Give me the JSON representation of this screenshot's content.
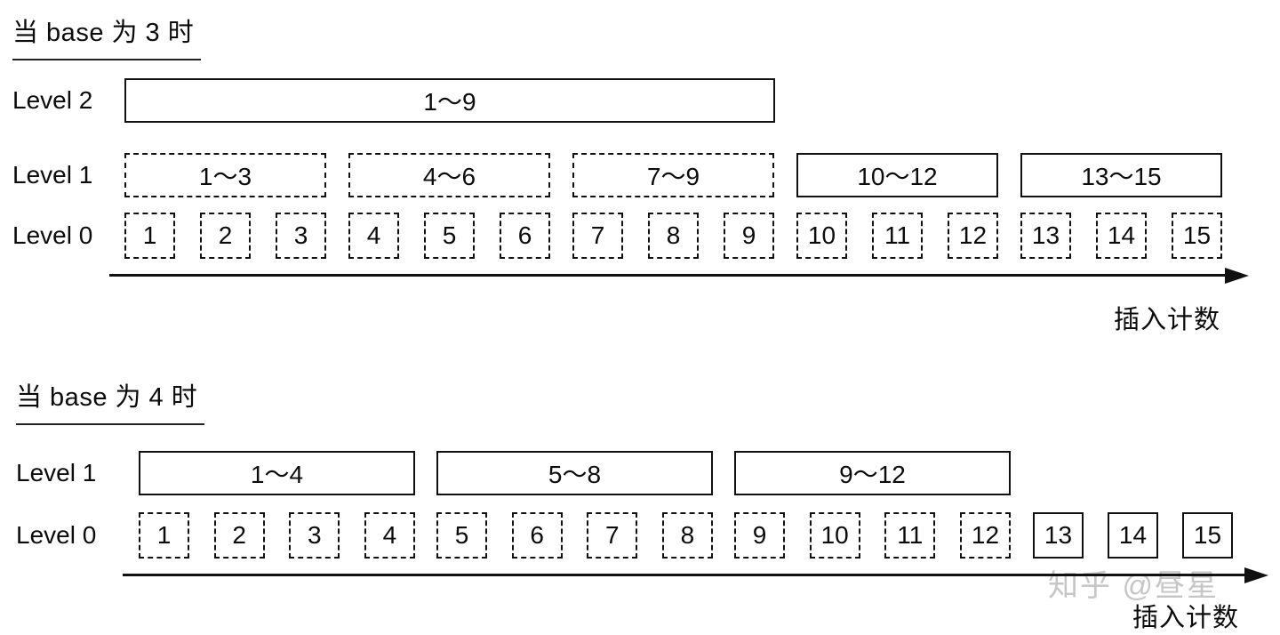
{
  "colors": {
    "ink": "#111111",
    "watermark_gray": "#c6c6c6"
  },
  "watermark": {
    "text": "知乎 @昼星"
  },
  "sections": [
    {
      "title": "当 base 为 3 时",
      "axis_label": "插入计数",
      "levels": [
        {
          "label": "Level 2",
          "boxes": [
            {
              "text": "1〜9",
              "style": "solid"
            }
          ]
        },
        {
          "label": "Level 1",
          "boxes": [
            {
              "text": "1〜3",
              "style": "dashed"
            },
            {
              "text": "4〜6",
              "style": "dashed"
            },
            {
              "text": "7〜9",
              "style": "dashed"
            },
            {
              "text": "10〜12",
              "style": "solid"
            },
            {
              "text": "13〜15",
              "style": "solid"
            }
          ]
        },
        {
          "label": "Level 0",
          "groups": [
            {
              "style": "dashed",
              "cells": [
                "1",
                "2",
                "3"
              ]
            },
            {
              "style": "dashed",
              "cells": [
                "4",
                "5",
                "6"
              ]
            },
            {
              "style": "dashed",
              "cells": [
                "7",
                "8",
                "9"
              ]
            },
            {
              "style": "dashed",
              "cells": [
                "10",
                "11",
                "12"
              ]
            },
            {
              "style": "dashed",
              "cells": [
                "13",
                "14",
                "15"
              ]
            }
          ]
        }
      ]
    },
    {
      "title": "当 base 为 4 时",
      "axis_label": "插入计数",
      "levels": [
        {
          "label": "Level 1",
          "boxes": [
            {
              "text": "1〜4",
              "style": "solid"
            },
            {
              "text": "5〜8",
              "style": "solid"
            },
            {
              "text": "9〜12",
              "style": "solid"
            }
          ]
        },
        {
          "label": "Level 0",
          "groups": [
            {
              "style": "dashed",
              "cells": [
                "1",
                "2",
                "3",
                "4"
              ]
            },
            {
              "style": "dashed",
              "cells": [
                "5",
                "6",
                "7",
                "8"
              ]
            },
            {
              "style": "dashed",
              "cells": [
                "9",
                "10",
                "11",
                "12"
              ]
            }
          ],
          "tail_groups": [
            {
              "style": "solid",
              "cells": [
                "13",
                "14",
                "15"
              ]
            }
          ]
        }
      ]
    }
  ]
}
